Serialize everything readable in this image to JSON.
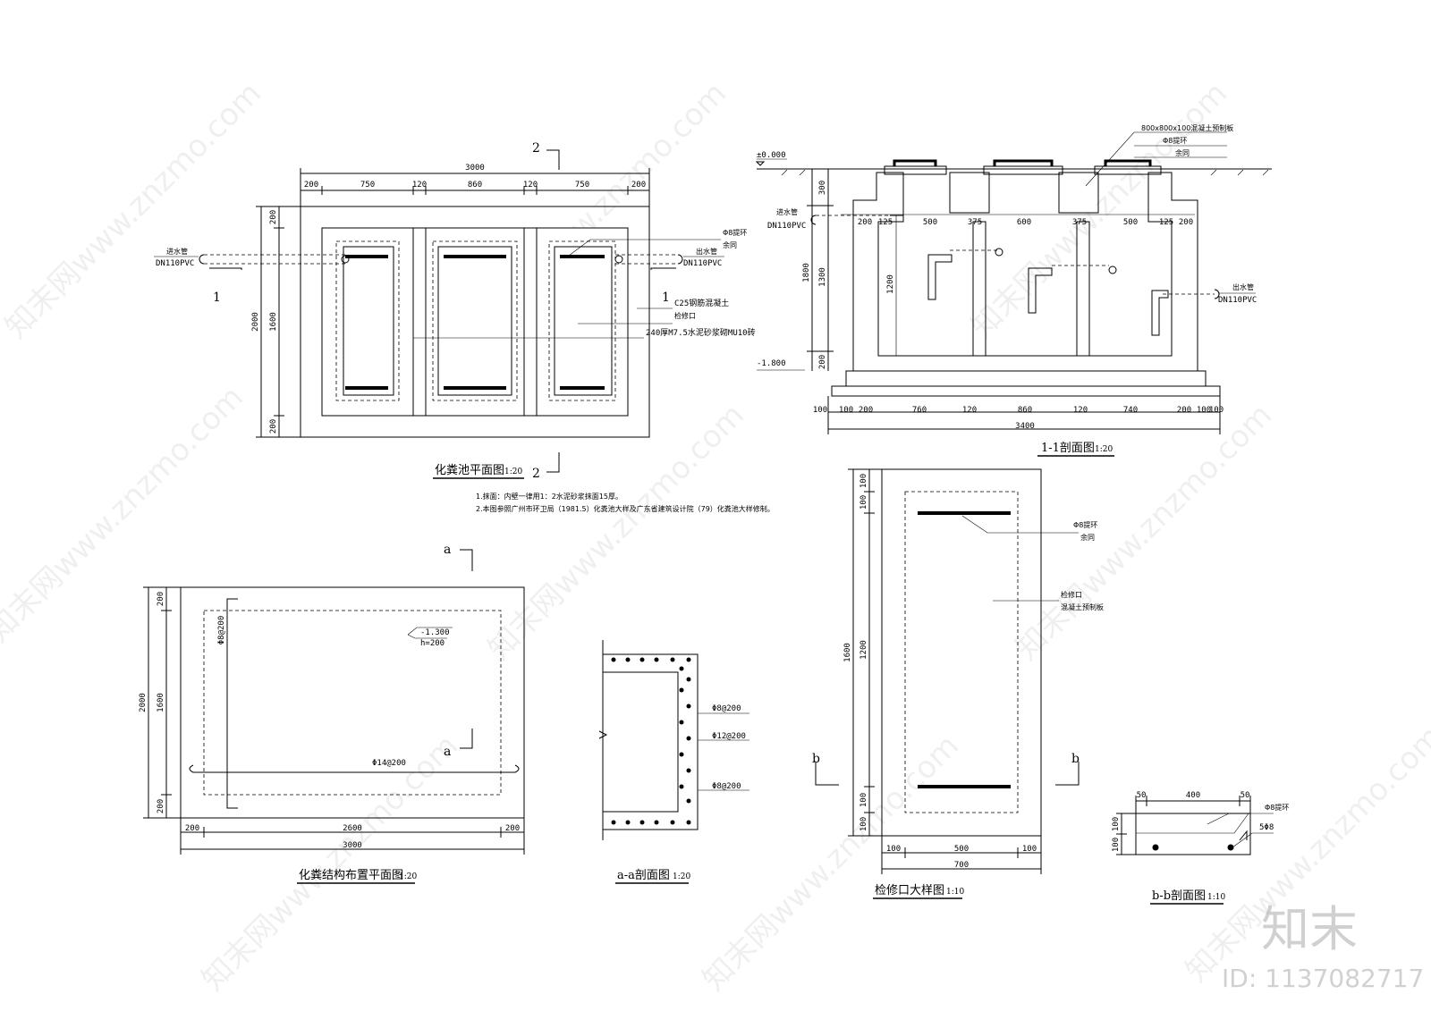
{
  "plan": {
    "title": "化粪池平面图",
    "scale": "1:20",
    "section_2_top": "2",
    "section_2_bottom": "2",
    "section_1_left": "1",
    "section_1_right": "1",
    "overall": "3000",
    "dims_top": [
      "200",
      "750",
      "120",
      "860",
      "120",
      "750",
      "200"
    ],
    "dims_left_outer": "2000",
    "dims_left_inner": "1600",
    "dims_left_top": "200",
    "dims_left_bottom": "200",
    "inlet_label": "进水管",
    "inlet_pipe": "DN110PVC",
    "outlet_label": "出水管",
    "outlet_pipe": "DN110PVC",
    "note_ring": "Φ8提环",
    "note_ring2": "余同",
    "note_concrete": "C25钢筋混凝土",
    "note_manhole": "检修口",
    "note_wall": "240厚M7.5水泥砂浆砌MU10砖"
  },
  "notes": {
    "n1": "1.抹面：内壁一律用1：2水泥砂浆抹面15厚。",
    "n2": "2.本图参照广州市环卫局（1981.5）化粪池大样及广东省建筑设计院（79）化粪池大样修制。"
  },
  "section11": {
    "title": "1-1剖面图",
    "scale": "1:20",
    "level_top": "±0.000",
    "level_bottom": "-1.800",
    "slab_note1": "800x800x100混凝土预制板",
    "slab_note2": "Φ8提环",
    "slab_note3": "余同",
    "inlet_label": "进水管",
    "inlet_pipe": "DN110PVC",
    "outlet_label": "出水管",
    "outlet_pipe": "DN110PVC",
    "dims_inner": [
      "200",
      "125",
      "500",
      "375",
      "600",
      "375",
      "500",
      "125",
      "200"
    ],
    "dims_left": [
      "300",
      "1300",
      "200"
    ],
    "dims_left_total": "1800",
    "dim_1200": "1200",
    "dims_bottom": [
      "100",
      "100",
      "200",
      "760",
      "120",
      "860",
      "120",
      "740",
      "200",
      "100",
      "100"
    ],
    "overall": "3400"
  },
  "struct": {
    "title": "化粪结构布置平面图",
    "scale": "1:20",
    "level": "-1.300",
    "thickness": "h=200",
    "rebar_v": "Φ8@200",
    "rebar_h": "Φ14@200",
    "sec_a_top": "a",
    "sec_a_bottom": "a",
    "dims_left": [
      "200",
      "1600",
      "200"
    ],
    "dim_left_total": "2000",
    "dims_bottom": [
      "200",
      "2600",
      "200"
    ],
    "overall": "3000"
  },
  "aa": {
    "title": "a-a剖面图",
    "scale": "1:20",
    "r1": "Φ8@200",
    "r2": "Φ12@200",
    "r3": "Φ8@200"
  },
  "manhole": {
    "title": "检修口大样图",
    "scale": "1:10",
    "ring": "Φ8提环",
    "ring2": "余同",
    "note1": "检修口",
    "note2": "混凝土预制板",
    "sec_b_left": "b",
    "sec_b_right": "b",
    "dims_left": [
      "100",
      "100",
      "1200",
      "100",
      "100"
    ],
    "dim_left_total": "1600",
    "dims_bottom": [
      "100",
      "500",
      "100"
    ],
    "overall": "700"
  },
  "bb": {
    "title": "b-b剖面图",
    "scale": "1:10",
    "dims_top": [
      "50",
      "400",
      "50"
    ],
    "dims_left": [
      "100",
      "100"
    ],
    "ring": "Φ8提环",
    "bars": "5Φ8"
  },
  "brand": {
    "logo": "知末",
    "id": "ID: 1137082717",
    "watermark": "知末网www.znzmo.com"
  }
}
